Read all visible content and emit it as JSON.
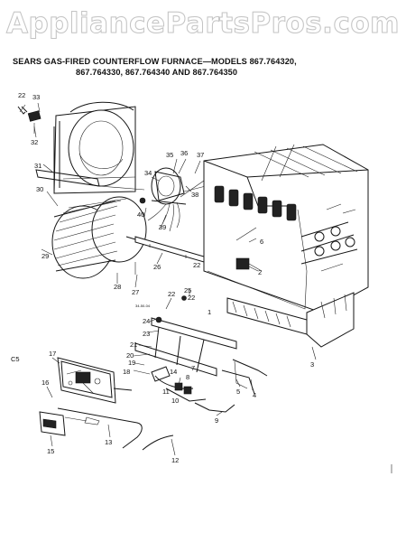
{
  "watermark": "AppliancePartsPros.com",
  "title": {
    "line1": "SEARS GAS-FIRED COUNTERFLOW FURNACE—MODELS 867.764320,",
    "line2": "867.764330, 867.764340 AND 867.764350"
  },
  "side_label": "C5",
  "drawing_code": "34-50-04",
  "callouts": [
    "22",
    "33",
    "32",
    "31",
    "30",
    "29",
    "28",
    "27",
    "26",
    "25",
    "24",
    "23",
    "22",
    "22",
    "22",
    "21",
    "20",
    "19",
    "18",
    "17",
    "16",
    "15",
    "14",
    "13",
    "12",
    "11",
    "10",
    "9",
    "8",
    "7",
    "6",
    "5",
    "4",
    "3",
    "2",
    "1",
    "40",
    "39",
    "38",
    "37",
    "36",
    "35",
    "34"
  ]
}
